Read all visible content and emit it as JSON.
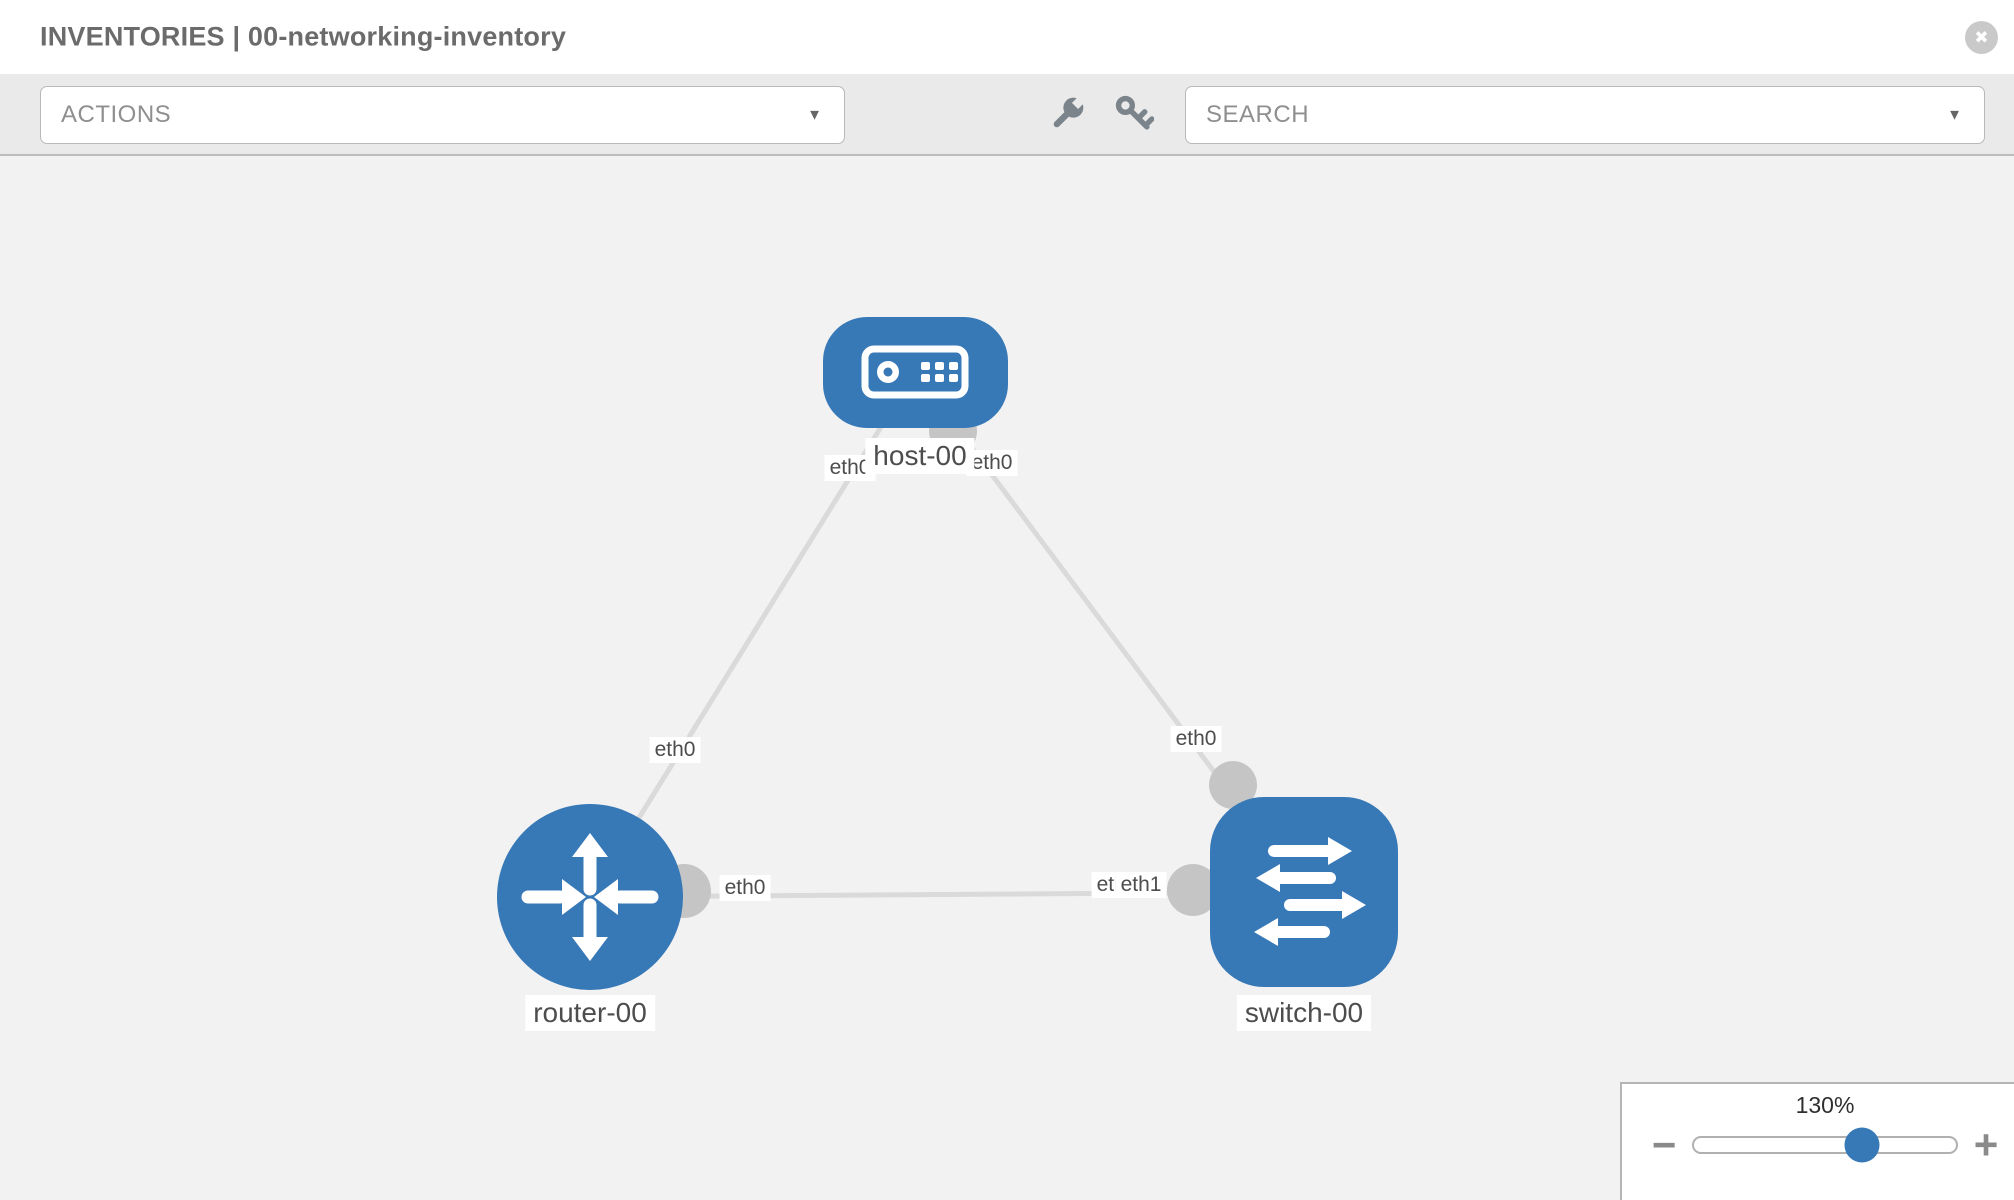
{
  "header": {
    "title": "INVENTORIES | 00-networking-inventory",
    "close_icon": "✖"
  },
  "toolbar": {
    "actions": {
      "label": "ACTIONS",
      "caret": "▼"
    },
    "search": {
      "label": "SEARCH",
      "caret": "▼"
    },
    "icons": [
      "wrench-icon",
      "key-icon"
    ]
  },
  "topology": {
    "nodes": [
      {
        "id": "host-00",
        "type": "host",
        "label": "host-00"
      },
      {
        "id": "router-00",
        "type": "router",
        "label": "router-00"
      },
      {
        "id": "switch-00",
        "type": "switch",
        "label": "switch-00"
      }
    ],
    "links": [
      {
        "from": "host-00",
        "to": "router-00",
        "from_iface": "eth0",
        "to_iface": "eth0"
      },
      {
        "from": "host-00",
        "to": "switch-00",
        "from_iface": "eth0",
        "to_iface": "eth0"
      },
      {
        "from": "router-00",
        "to": "switch-00",
        "from_iface": "eth0",
        "to_iface": "eth1"
      }
    ],
    "node_labels": {
      "host": "host-00",
      "router": "router-00",
      "switch": "switch-00"
    },
    "iface_labels": {
      "host_left": "eth0",
      "host_right": "eth0",
      "router_top": "eth0",
      "router_right": "eth0",
      "switch_top": "eth0",
      "mid_back": "eth0",
      "mid_front": "eth1"
    },
    "colors": {
      "node_blue": "#3778b7",
      "link_gray": "#dadada",
      "bump_gray": "#c5c5c5"
    }
  },
  "zoom_control": {
    "value": "130%",
    "minus": "−",
    "plus": "+",
    "percent": 64,
    "thumb_style": "left:64%"
  }
}
